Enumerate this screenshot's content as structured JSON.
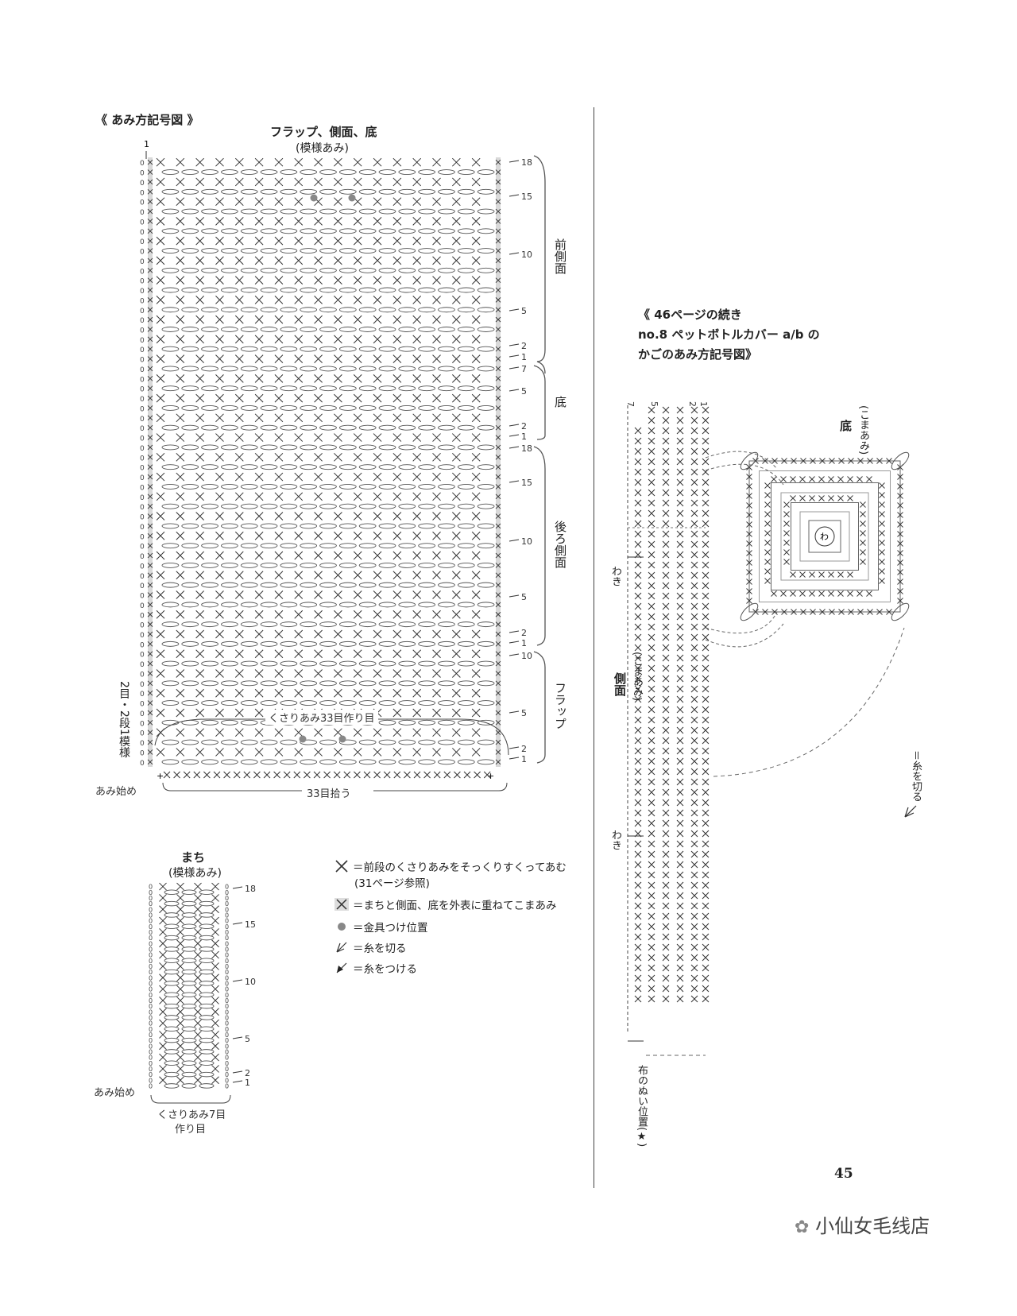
{
  "left": {
    "section_title": "《 あみ方記号図 》",
    "main_chart": {
      "title": "フラップ、側面、底",
      "subtitle": "(模様あみ)",
      "start_row_marker": "1",
      "row_labels": [
        "18",
        "15",
        "10",
        "5",
        "2",
        "1",
        "7",
        "5",
        "2",
        "1",
        "18",
        "15",
        "10",
        "5",
        "2",
        "1",
        "10",
        "5",
        "2",
        "1"
      ],
      "section_labels": [
        "前側面",
        "底",
        "後ろ側面",
        "フラップ"
      ],
      "chain_label": "くさりあみ33目作り目",
      "pattern_label": "2目・2段1模様",
      "start_label": "あみ始め",
      "pickup_label": "33目拾う"
    },
    "gusset_chart": {
      "title": "まち",
      "subtitle": "(模様あみ)",
      "row_labels": [
        "18",
        "15",
        "10",
        "5",
        "2",
        "1"
      ],
      "start_label": "あみ始め",
      "chain_label_1": "くさりあみ7目",
      "chain_label_2": "作り目"
    },
    "legend": [
      {
        "icon": "x-stitch-icon",
        "text": "＝前段のくさりあみをそっくりすくってあむ"
      },
      {
        "icon": "",
        "text": "(31ページ参照)"
      },
      {
        "icon": "boxed-x-icon",
        "text": "＝まちと側面、底を外表に重ねてこまあみ"
      },
      {
        "icon": "dot-icon",
        "text": "＝金具つけ位置"
      },
      {
        "icon": "cut-yarn-icon",
        "text": "＝糸を切る"
      },
      {
        "icon": "attach-yarn-icon",
        "text": "＝糸をつける"
      }
    ]
  },
  "right": {
    "heading_line1": "《 46ページの続き",
    "heading_line2": "no.8 ペットボトルカバー a/b の",
    "heading_line3": "かごのあみ方記号図》",
    "side_col_labels": [
      "7",
      "5",
      "2",
      "1"
    ],
    "side_label": "側面",
    "side_sub": "(こまあみ)",
    "bottom_label": "底",
    "bottom_sub": "(こまあみ)",
    "waki_label": "わき",
    "cut_label": "＝糸を切る",
    "seam_label": "布のぬい位置(★)"
  },
  "page_number": "45",
  "watermark": "小仙女毛线店"
}
